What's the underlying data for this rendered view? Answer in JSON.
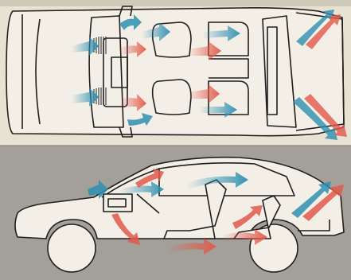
{
  "figure": {
    "views": [
      {
        "id": "top-view"
      },
      {
        "id": "side-view"
      }
    ],
    "colors": {
      "background_top": "#e8e2d2",
      "background_bottom": "#a3a09a",
      "car_body": "#f3efe6",
      "outline": "#1e1e1e",
      "airflow_fresh": "#2e8fb0",
      "airflow_warm": "#e2584a"
    },
    "flow_types": [
      "fresh-air",
      "warm-air"
    ],
    "icons": [
      "car-top-view-outline",
      "car-side-view-outline",
      "airflow-arrow-icon"
    ]
  }
}
